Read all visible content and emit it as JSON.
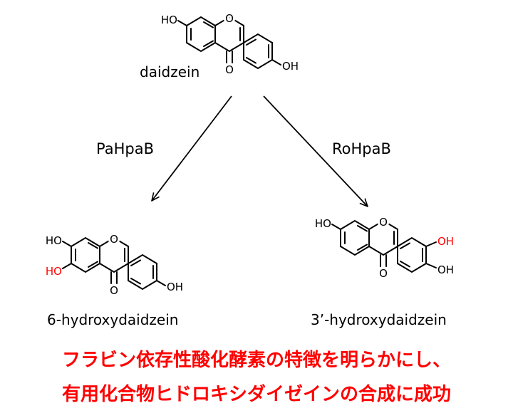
{
  "compounds": {
    "daidzein": {
      "name": "daidzein"
    },
    "hydroxy6": {
      "name": "6-hydroxydaidzein"
    },
    "hydroxy3p": {
      "name": "3’-hydroxydaidzein"
    }
  },
  "enzymes": {
    "left": {
      "name": "PaHpaB"
    },
    "right": {
      "name": "RoHpaB"
    }
  },
  "atoms": {
    "oxygen": "O",
    "hydroxyl": "OH",
    "hydroxyl_prefix": "HO"
  },
  "headline": {
    "line1": "フラビン依存性酸化酵素の特徴を明らかにし、",
    "line2": "有用化合物ヒドロキシダイゼインの合成に成功"
  },
  "colors": {
    "bond": "#000000",
    "new_hydroxyl": "#ff0000",
    "headline": "#ff0000"
  }
}
